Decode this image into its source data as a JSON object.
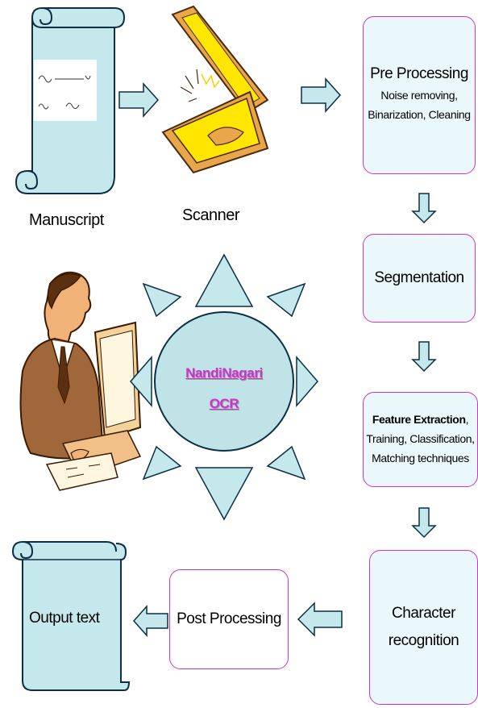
{
  "diagram": {
    "manuscript_label": "Manuscript",
    "scanner_label": "Scanner",
    "pre_processing": {
      "title": "Pre Processing",
      "line1": "Noise removing,",
      "line2": "Binarization, Cleaning"
    },
    "segmentation": {
      "title": "Segmentation"
    },
    "feature_extraction": {
      "bold": "Feature Extraction",
      "suffix": ",",
      "line2": "Training, Classification,",
      "line3": "Matching techniques"
    },
    "character_recognition": {
      "line1": "Character",
      "line2": "recognition"
    },
    "post_processing": {
      "title": "Post Processing"
    },
    "output": {
      "title": "Output text"
    },
    "center": {
      "line1": "NandiNagari",
      "line2": "OCR"
    }
  },
  "colors": {
    "box_fill": "#eaf7fb",
    "box_border": "#cc33cc",
    "arrow_fill": "#c5e8ec",
    "sun_fill": "#bfe3e6",
    "ocr_text": "#cc33cc",
    "scanner_glass": "#ffe600"
  },
  "icons": [
    "scroll-icon",
    "scanner-icon",
    "person-at-computer-icon",
    "block-arrow-icon"
  ]
}
